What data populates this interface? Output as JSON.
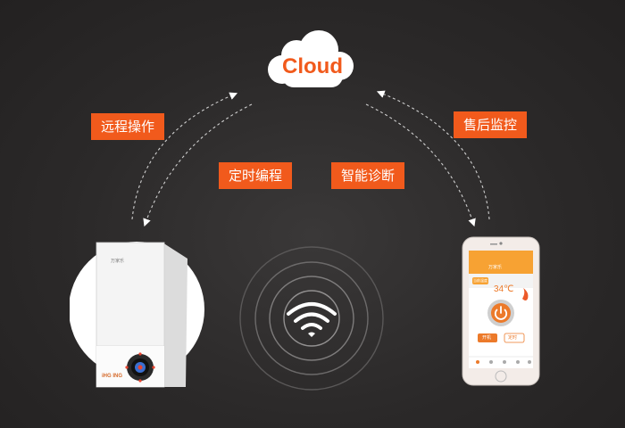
{
  "cloud": {
    "label": "Cloud"
  },
  "tags": {
    "remote_operation": "远程操作",
    "after_sales": "售后监控",
    "timed_programming": "定时编程",
    "smart_diagnosis": "智能诊断"
  },
  "boiler": {
    "brand": "万家乐",
    "logo": "iHG ING"
  },
  "phone": {
    "app_title": "万家乐",
    "row_label": "当前温度",
    "temperature": "34℃",
    "btn_left": "开机",
    "btn_right": "定时"
  },
  "colors": {
    "accent": "#f15a1c",
    "background": "#2b2929"
  },
  "icons": [
    "cloud-icon",
    "wifi-icon",
    "power-icon",
    "flame-icon"
  ]
}
